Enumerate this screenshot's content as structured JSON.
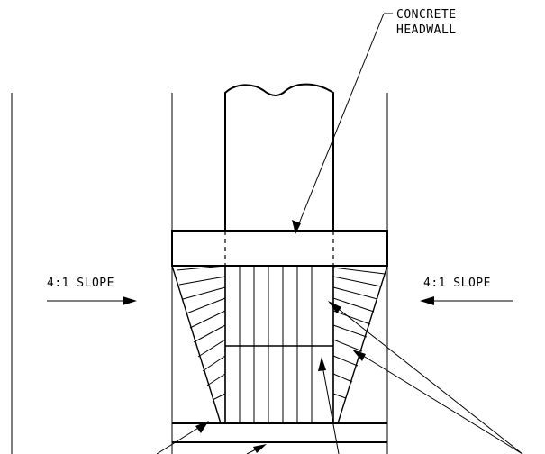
{
  "labels": {
    "headwall_line1": "CONCRETE",
    "headwall_line2": "HEADWALL",
    "slope_left": "4:1 SLOPE",
    "slope_right": "4:1 SLOPE"
  },
  "icons": {
    "pipe": "pipe-icon",
    "arrow": "arrow-icon"
  },
  "colors": {
    "ink": "#000000",
    "paper": "#ffffff"
  }
}
